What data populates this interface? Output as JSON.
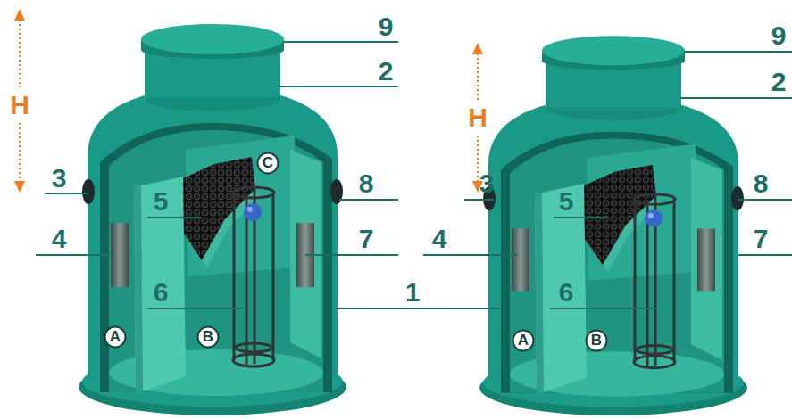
{
  "diagram": {
    "nodes": [
      {
        "text": [
          "C"
        ]
      },
      {
        "text": [
          "A"
        ]
      },
      {
        "text": [
          "B"
        ]
      },
      {
        "text": [
          "A"
        ]
      },
      {
        "text": [
          "B"
        ]
      }
    ],
    "labels": [
      "9",
      "2",
      "H",
      "3",
      "8",
      "5",
      "4",
      "7",
      "6",
      "1",
      "9",
      "2",
      "H",
      "3",
      "8",
      "5",
      "4",
      "7",
      "6"
    ]
  }
}
